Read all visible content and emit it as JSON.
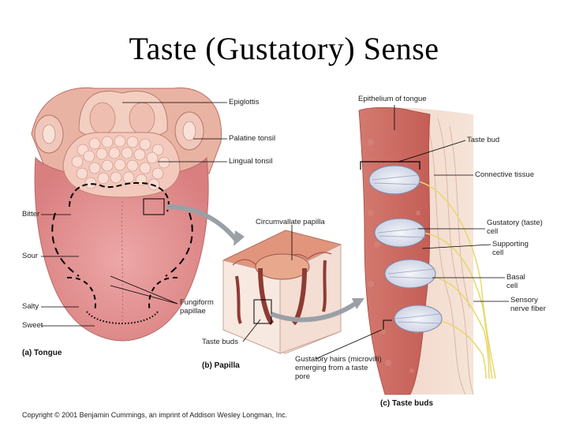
{
  "title": "Taste (Gustatory) Sense",
  "labels": {
    "epiglottis": "Epiglottis",
    "palatine_tonsil": "Palatine tonsil",
    "lingual_tonsil": "Lingual tonsil",
    "bitter": "Bitter",
    "sour": "Sour",
    "salty": "Salty",
    "sweet": "Sweet",
    "fungiform_papillae": "Fungiform papillae",
    "circumvallate_papilla": "Circumvallate papilla",
    "taste_buds_b": "Taste buds",
    "gustatory_hairs": "Gustatory hairs (microvilli) emerging from a taste pore",
    "epithelium": "Epithelium of tongue",
    "taste_bud": "Taste bud",
    "connective_tissue": "Connective tissue",
    "gustatory_cell": "Gustatory (taste) cell",
    "supporting_cell": "Supporting cell",
    "basal_cell": "Basal cell",
    "sensory_nerve": "Sensory nerve fiber"
  },
  "captions": {
    "a_letter": "(a)",
    "a_text": "Tongue",
    "b_letter": "(b)",
    "b_text": "Papilla",
    "c_letter": "(c)",
    "c_text": "Taste buds"
  },
  "copyright": "Copyright © 2001 Benjamin Cummings, an imprint of Addison Wesley Longman, Inc.",
  "colors": {
    "tongue": "#e8a0a0",
    "tonsil": "#f0c2b8",
    "tissue": "#d98a80",
    "epithelium": "#c4645a",
    "taste_bud": "#e6e9f2",
    "nerve": "#e8d86a",
    "arrow": "#9aa0a6"
  }
}
